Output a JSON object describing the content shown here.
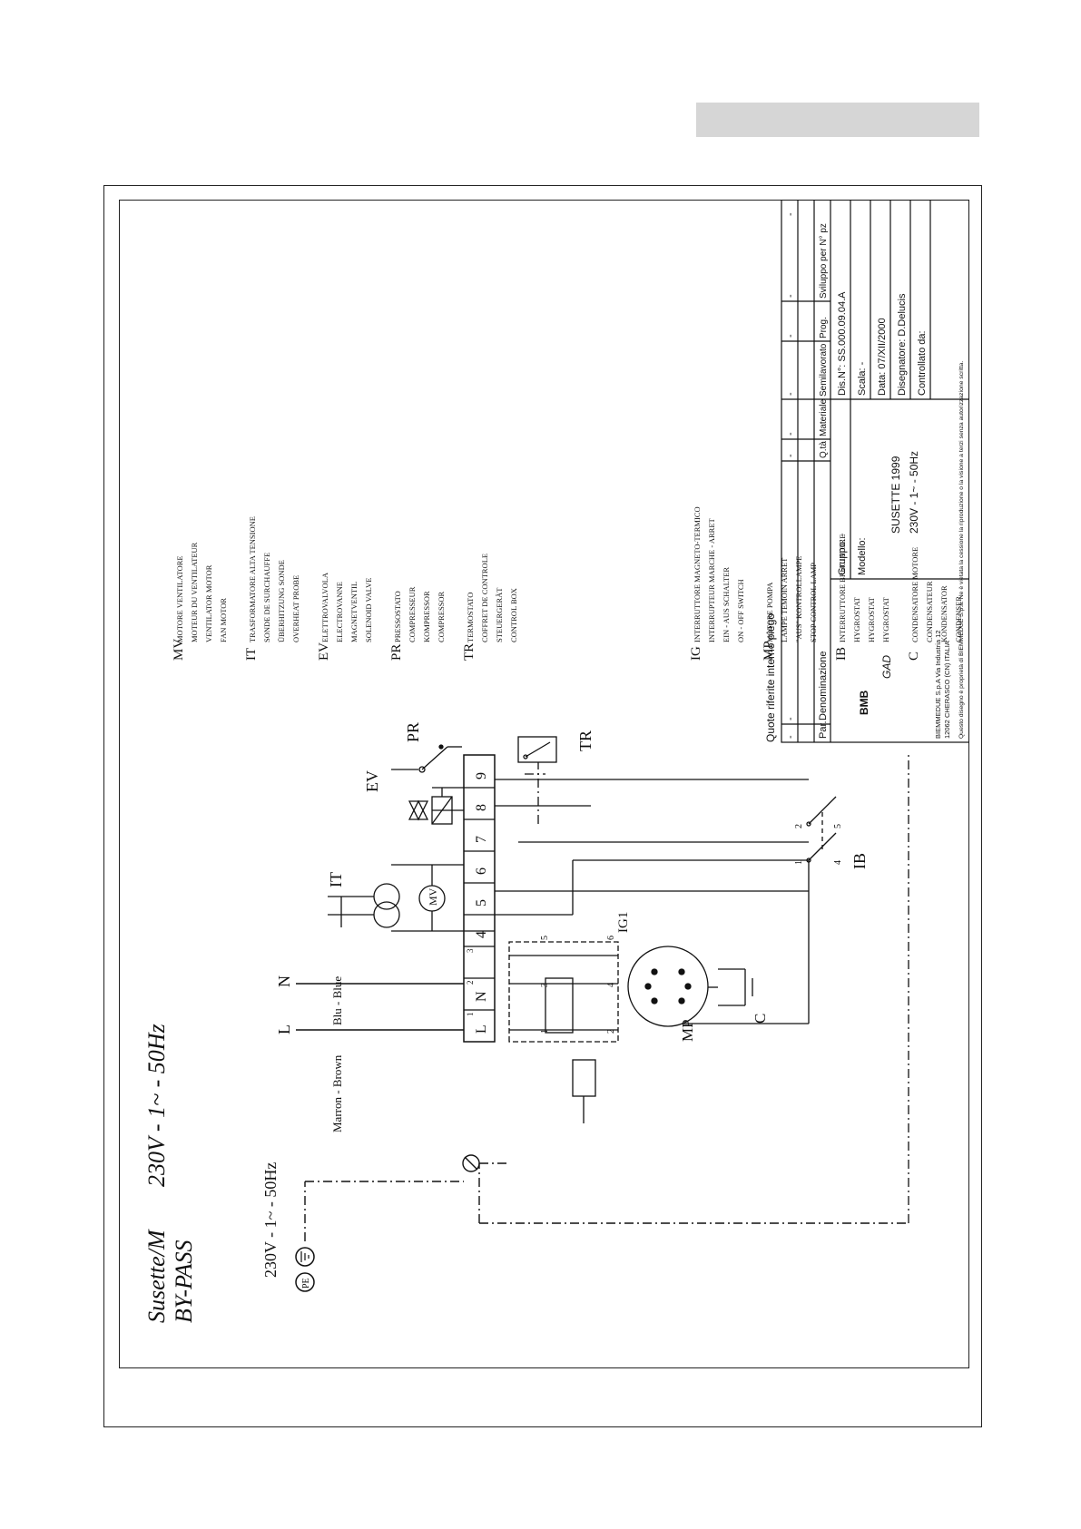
{
  "header": {
    "title_line1": "Susette/M",
    "title_line2": "BY-PASS",
    "voltage_italic": "230V - 1~ - 50Hz"
  },
  "supply": {
    "voltage_label": "230V - 1~ - 50Hz",
    "pe": "PE",
    "L": "L",
    "N": "N",
    "brown": "Marron - Brown",
    "blue": "Blu - Blue"
  },
  "components": {
    "PR": "PR",
    "EV": "EV",
    "IT": "IT",
    "MV": "MV",
    "TR": "TR",
    "IG1": "IG1",
    "MP": "MP",
    "C": "C",
    "IB": "IB"
  },
  "terminals": [
    "L",
    "N",
    "",
    "4",
    "5",
    "6",
    "7",
    "8",
    "9"
  ],
  "terminal_small": [
    "1",
    "2",
    "3"
  ],
  "switch_nums": {
    "ig": [
      "5",
      "3",
      "1",
      "6",
      "4",
      "2"
    ],
    "ib": [
      "2",
      "1",
      "5",
      "4"
    ]
  },
  "legend": [
    {
      "code": "MV",
      "lines": [
        "MOTORE VENTILATORE",
        "MOTEUR DU VENTILATEUR",
        "VENTILATOR MOTOR",
        "FAN MOTOR"
      ]
    },
    {
      "code": "IT",
      "lines": [
        "TRASFORMATORE ALTA TENSIONE",
        "SONDE DE SURCHAUFFE",
        "ÜBERHITZUNG SONDE",
        "OVERHEAT PROBE"
      ]
    },
    {
      "code": "EV",
      "lines": [
        "ELETTROVALVOLA",
        "ELECTROVANNE",
        "MAGNETVENTIL",
        "SOLENOID VALVE"
      ]
    },
    {
      "code": "PR",
      "lines": [
        "PRESSOSTATO",
        "COMPRESSEUR",
        "KOMPRESSOR",
        "COMPRESSOR"
      ]
    },
    {
      "code": "TR",
      "lines": [
        "TERMOSTATO",
        "COFFRET DE CONTROLE",
        "STEUERGERÄT",
        "CONTROL BOX"
      ]
    },
    {
      "code": "IG",
      "lines": [
        "INTERRUTTORE MAGNETO-TERMICO",
        "INTERRUPTEUR MARCHE - ARRET",
        "EIN - AUS SCHALTER",
        "ON - OFF SWITCH"
      ]
    },
    {
      "code": "MP",
      "lines": [
        "MOTORE POMPA",
        "LAMPE TEMOIN ARRET",
        "\"AUS\" KONTROLLAMPE",
        "STOP CONTROL LAMP"
      ]
    },
    {
      "code": "IB",
      "lines": [
        "INTERRUTTORE BRUCIATORE",
        "HYGROSTAT",
        "HYGROSTAT",
        "HYGROSTAT"
      ]
    },
    {
      "code": "C",
      "lines": [
        "CONDENSATORE MOTORE",
        "CONDENSATEUR",
        "KONDENSATOR",
        "CONDENSER"
      ]
    }
  ],
  "title_block": {
    "note_top": "Quote riferite interno piego",
    "dash": "-",
    "col_headers": [
      "Par.",
      "Denominazione",
      "Q.tà",
      "Materiale",
      "Semilavorato",
      "Prog.",
      "Sviluppo per N° pz"
    ],
    "gruppo": "Gruppo: -",
    "modello": "Modello:",
    "model_name": "SUSETTE 1999",
    "model_voltage": "230V - 1~ - 50Hz",
    "dis": "Dis.N°: SS.000.09.04.A",
    "scala": "Scala: -",
    "data": "Data: 07/XII/2000",
    "disegnatore": "Disegnatore: D.Delucis",
    "controllato": "Controllato da:",
    "company1": "BIEMMEDUE S.p.A Via Industria 12",
    "company2": "12062 CHERASCO (CN) ITALIA",
    "logo1": "BMB",
    "logo2": "GAD",
    "footer": "Questo disegno è proprietà di BIEMMEDUE S.p.a. Ne è vietata la cessione la riproduzione o la visione a terzi senza autorizzazione scritta."
  }
}
